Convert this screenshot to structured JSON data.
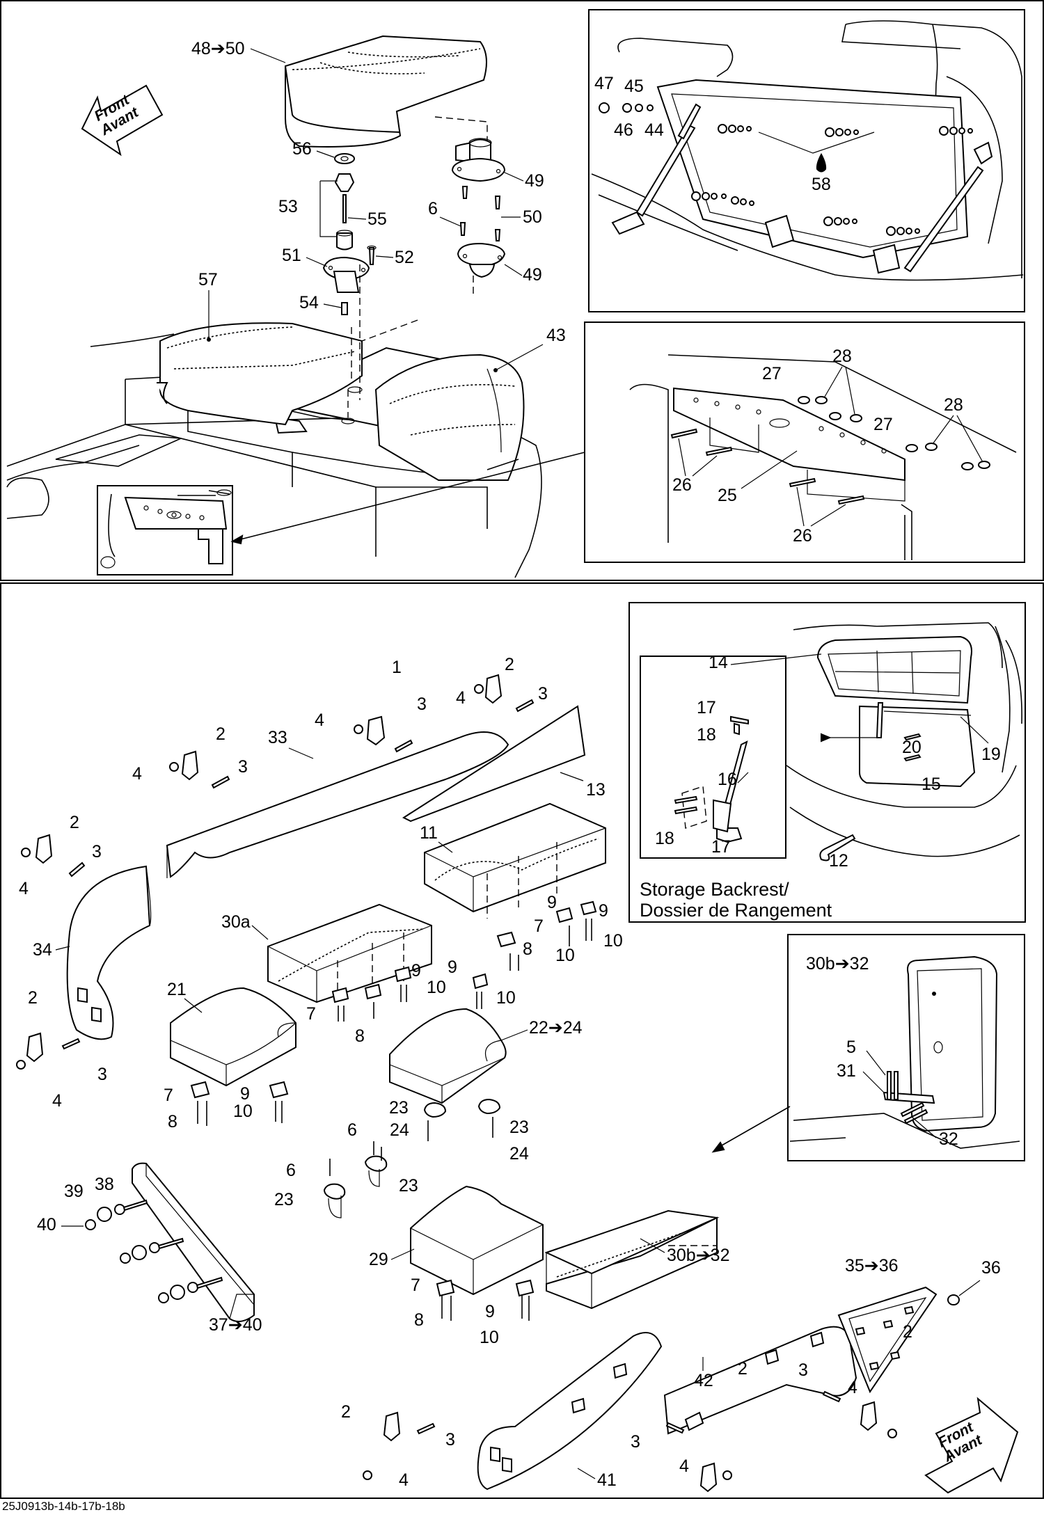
{
  "diagram": {
    "footer": "25J0913b-14b-17b-18b",
    "front_arrow_lines": [
      "Front",
      "Avant"
    ],
    "storage_backrest": [
      "Storage Backrest/",
      "Dossier de Rangement"
    ],
    "top_panel_labels": [
      "48➔50",
      "56",
      "49",
      "53",
      "55",
      "6",
      "50",
      "51",
      "52",
      "49",
      "57",
      "54",
      "43"
    ],
    "inset_top_right_labels": [
      "47",
      "45",
      "46",
      "44",
      "58"
    ],
    "inset_mid_right_labels": [
      "27",
      "28",
      "27",
      "28",
      "26",
      "25",
      "26"
    ],
    "storage_inset_labels": [
      "14",
      "17",
      "18",
      "16",
      "20",
      "19",
      "15",
      "18",
      "17",
      "12"
    ],
    "backrest_inset_labels": [
      "30b➔32",
      "5",
      "31",
      "32"
    ],
    "bottom_panel_labels": [
      "1",
      "2",
      "4",
      "3",
      "4",
      "3",
      "2",
      "4",
      "3",
      "33",
      "13",
      "2",
      "3",
      "4",
      "11",
      "34",
      "30a",
      "9",
      "9",
      "7",
      "8",
      "10",
      "10",
      "9",
      "10",
      "21",
      "9",
      "7",
      "10",
      "8",
      "2",
      "3",
      "4",
      "22➔24",
      "7",
      "9",
      "8",
      "10",
      "23",
      "24",
      "23",
      "6",
      "24",
      "6",
      "23",
      "23",
      "39",
      "38",
      "40",
      "37➔40",
      "29",
      "7",
      "8",
      "9",
      "10",
      "30b➔32",
      "35➔36",
      "36",
      "42",
      "2",
      "3",
      "4",
      "2",
      "3",
      "4",
      "41",
      "2",
      "3",
      "4"
    ]
  }
}
